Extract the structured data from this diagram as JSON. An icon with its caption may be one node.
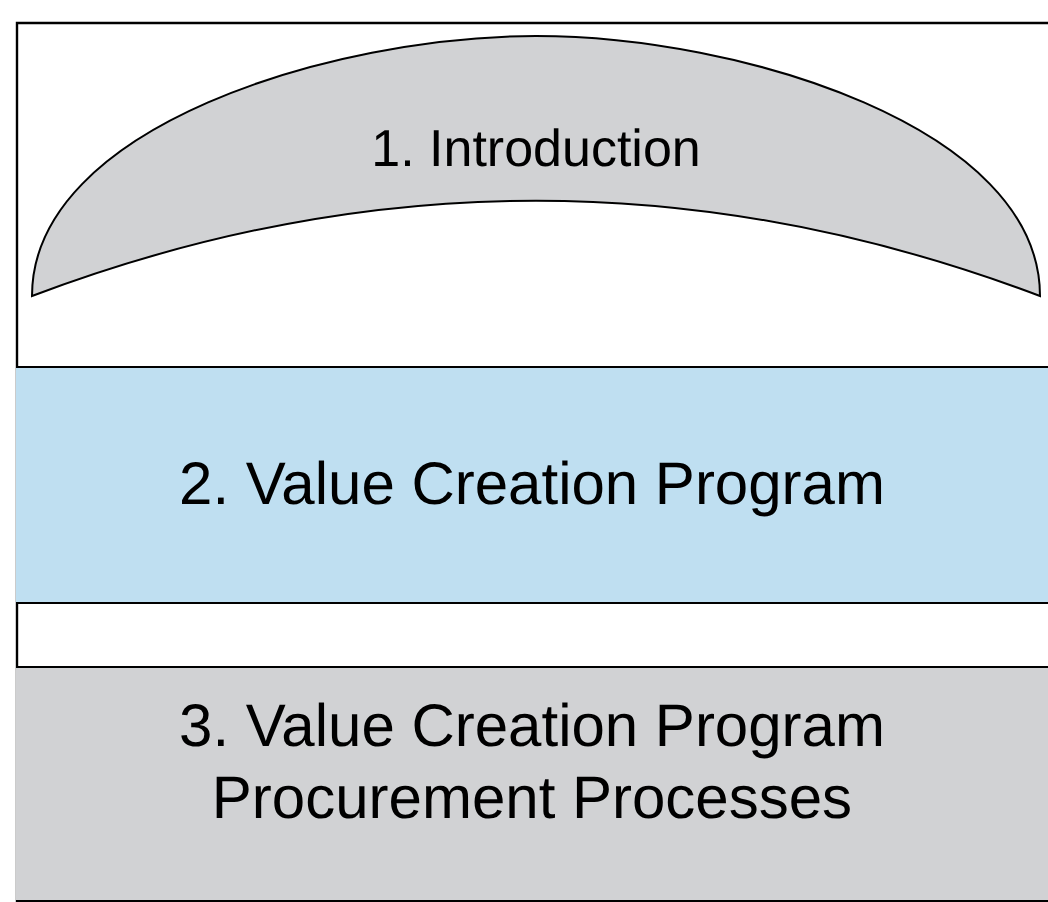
{
  "diagram": {
    "nodes": [
      {
        "text": [
          "1. Introduction"
        ]
      },
      {
        "text": [
          "2. Value Creation Program"
        ]
      },
      {
        "text": [
          "3. Value Creation Program Procurement Processes"
        ]
      }
    ]
  }
}
